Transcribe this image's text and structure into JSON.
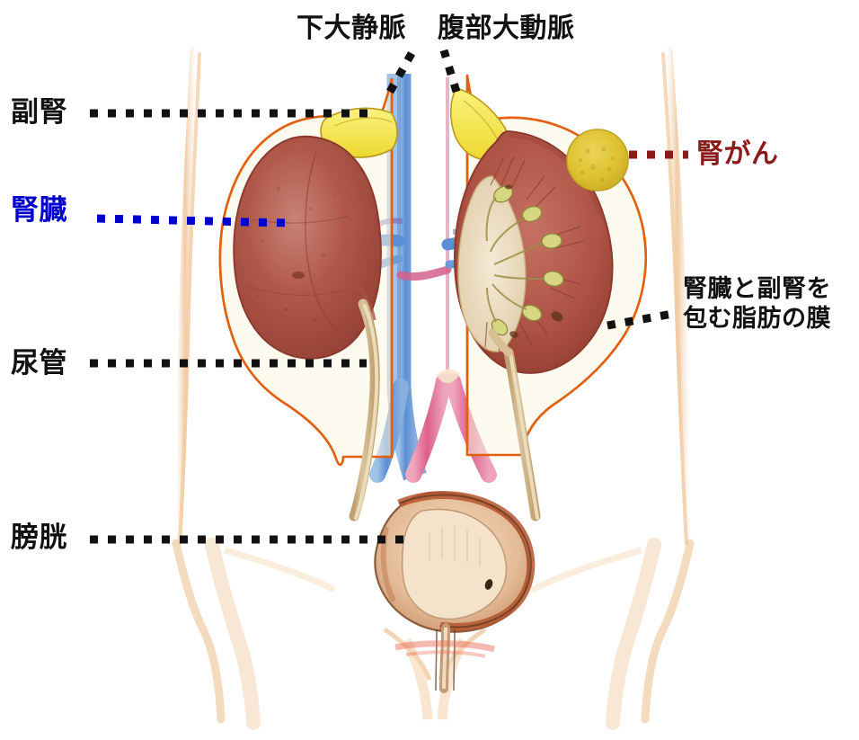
{
  "diagram": {
    "title": "腎臓・副腎と腎がんの解剖図",
    "type": "anatomical-illustration",
    "background_color": "#ffffff",
    "colors": {
      "label_black": "#111111",
      "label_blue": "#0000CC",
      "label_red": "#8B1A1A",
      "fat_capsule_outline": "#E2600F",
      "kidney_cortex": "#A8483C",
      "kidney_cortex_light": "#C0685C",
      "adrenal_yellow": "#F2E14A",
      "tumor_gold": "#DFC232",
      "vein_blue": "#5B8FD4",
      "artery_pink": "#E06A94",
      "ureter_tan": "#D8BE95",
      "bladder_tan": "#E0B48E",
      "body_outline": "#F0C79A",
      "renal_pelvis": "#EFE2C4",
      "calyx_olive": "#C9C86A"
    }
  },
  "labels": [
    {
      "id": "fukujin",
      "text": "副腎",
      "color": "#111111",
      "side": "left",
      "leader": "dotted-black"
    },
    {
      "id": "jinzou",
      "text": "腎臓",
      "color": "#0000CC",
      "side": "left",
      "leader": "dotted-blue"
    },
    {
      "id": "nyoukan",
      "text": "尿管",
      "color": "#111111",
      "side": "left",
      "leader": "dotted-black"
    },
    {
      "id": "boukou",
      "text": "膀胱",
      "color": "#111111",
      "side": "left",
      "leader": "dotted-black"
    },
    {
      "id": "kajou",
      "text": "下大静脈",
      "color": "#111111",
      "side": "top",
      "leader": "dotted-black"
    },
    {
      "id": "fukubu",
      "text": "腹部大動脈",
      "color": "#111111",
      "side": "top",
      "leader": "dotted-black"
    },
    {
      "id": "jingan",
      "text": "腎がん",
      "color": "#8B1A1A",
      "side": "right",
      "leader": "dotted-red"
    },
    {
      "id": "shibou",
      "text": "腎臓と副腎を包む脂肪の膜",
      "line1": "腎臓と副腎を",
      "line2": "包む脂肪の膜",
      "color": "#111111",
      "side": "right",
      "leader": "dotted-black"
    }
  ],
  "structures": {
    "left_kidney": "whole kidney, reddish-brown, intact surface",
    "right_kidney": "cross-section showing cortex, medullary pyramids, calyces and renal pelvis",
    "adrenal_glands": "yellow triangular caps atop both kidneys",
    "tumor": "golden-yellow round mass in upper-outer right kidney",
    "inferior_vena_cava": "blue vertical vessel, left of midline",
    "abdominal_aorta": "pink vertical vessel, right of midline",
    "ureters": "tan tubes descending from renal pelvis to bladder",
    "bladder": "cutaway bladder with thick wall at pelvis",
    "urethra": "short tube exiting bladder inferiorly",
    "body_outline": "faint peach sketch of torso and thighs"
  }
}
